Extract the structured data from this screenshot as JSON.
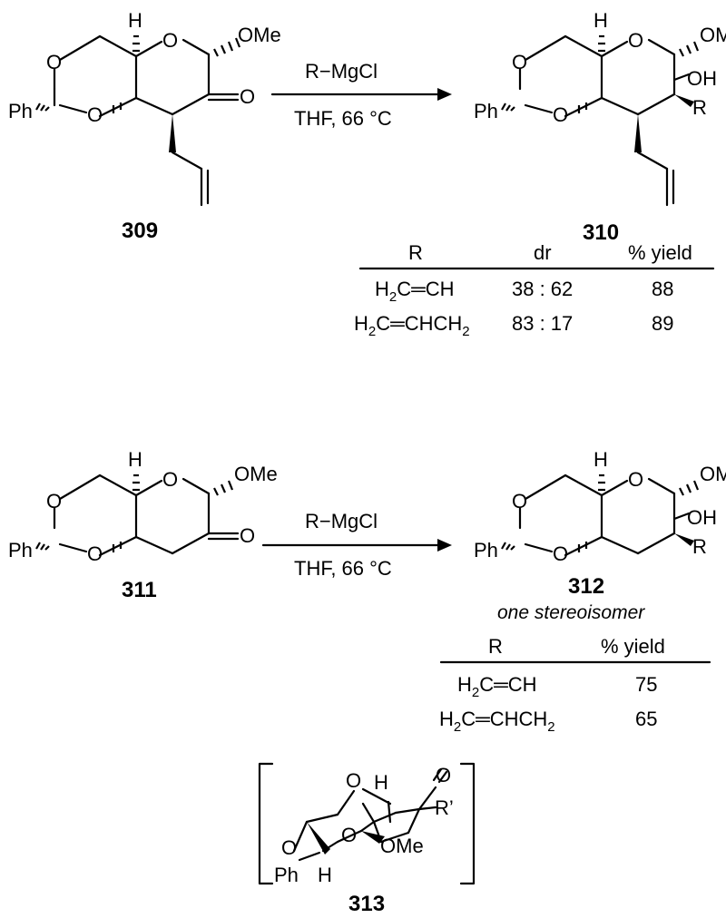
{
  "reaction1": {
    "reagent": "R−MgCl",
    "conditions": "THF, 66 °C",
    "start_label": "309",
    "product_label": "310",
    "atoms": {
      "ph": "Ph",
      "ome": "OMe",
      "oh": "OH",
      "r": "R",
      "o": "O",
      "h": "H"
    },
    "table": {
      "headers": [
        "R",
        "dr",
        "% yield"
      ],
      "rows": [
        {
          "r_base": "H",
          "r_sub": "2",
          "r_rest": "C═CH",
          "r_sub2": "",
          "dr": "38 : 62",
          "yield": "88"
        },
        {
          "r_base": "H",
          "r_sub": "2",
          "r_rest": "C═CHCH",
          "r_sub2": "2",
          "dr": "83 : 17",
          "yield": "89"
        }
      ]
    }
  },
  "reaction2": {
    "reagent": "R−MgCl",
    "conditions": "THF, 66 °C",
    "start_label": "311",
    "product_label": "312",
    "product_note": "one stereoisomer",
    "table": {
      "headers": [
        "R",
        "% yield"
      ],
      "rows": [
        {
          "r_base": "H",
          "r_sub": "2",
          "r_rest": "C═CH",
          "r_sub2": "",
          "yield": "75"
        },
        {
          "r_base": "H",
          "r_sub": "2",
          "r_rest": "C═CHCH",
          "r_sub2": "2",
          "yield": "65"
        }
      ]
    }
  },
  "intermediate": {
    "label": "313",
    "atoms": {
      "o": "O",
      "h": "H",
      "ome": "OMe",
      "rprime": "R’",
      "ph": "Ph"
    }
  }
}
